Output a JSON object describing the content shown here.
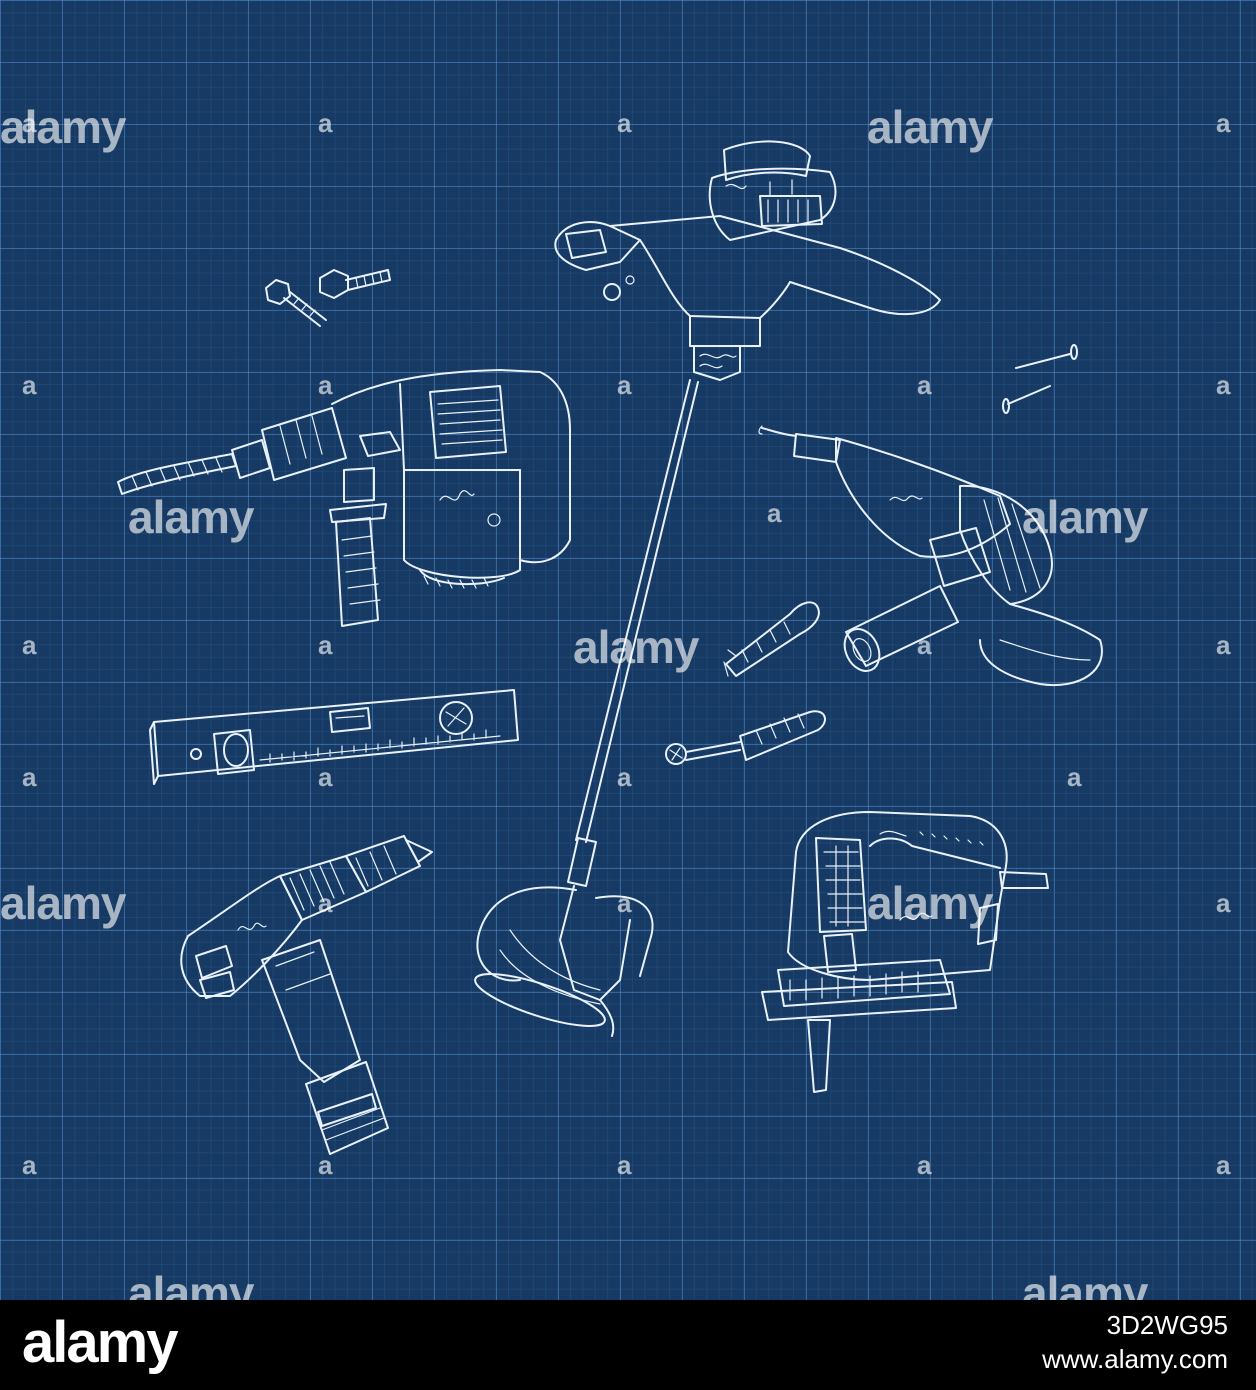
{
  "watermark": {
    "text": "alamy",
    "mark": "a"
  },
  "footer": {
    "brand": "alamy",
    "image_id": "3D2WG95",
    "site": "www.alamy.com"
  },
  "colors": {
    "blueprint_background": "#163a63",
    "grid_line": "#5a96d7",
    "drawing_line": "#e9f1fb",
    "footer_background": "#000000"
  }
}
